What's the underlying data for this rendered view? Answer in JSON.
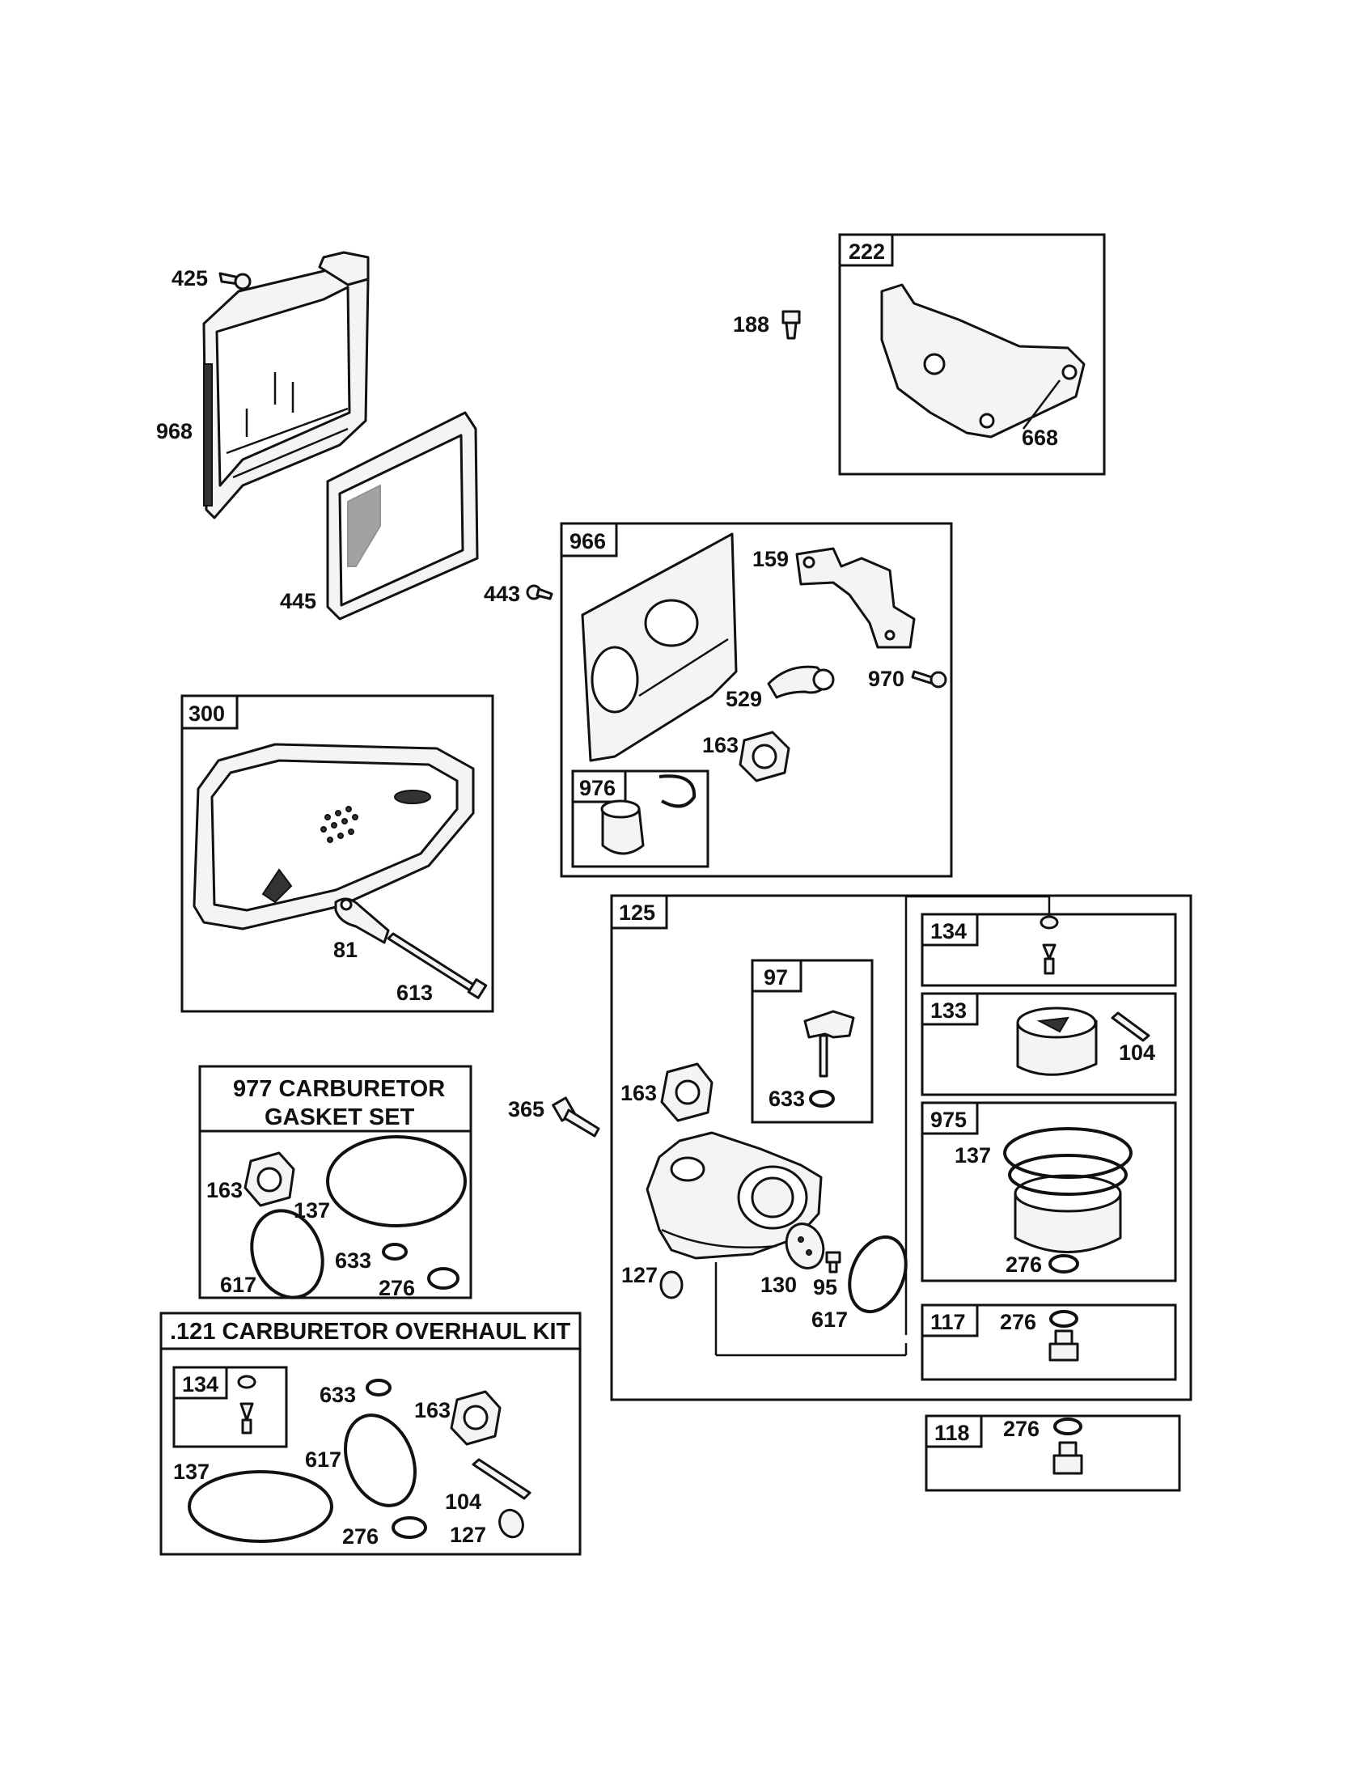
{
  "parts": {
    "p425": "425",
    "p968": "968",
    "p445": "445",
    "p188": "188",
    "p222": "222",
    "p668": "668",
    "p443": "443",
    "p966": "966",
    "p159": "159",
    "p970": "970",
    "p529": "529",
    "p163a": "163",
    "p976": "976",
    "p300": "300",
    "p81": "81",
    "p613": "613",
    "p125": "125",
    "p97": "97",
    "p633a": "633",
    "p365": "365",
    "p163b": "163",
    "p127a": "127",
    "p130": "130",
    "p95": "95",
    "p617a": "617",
    "p134a": "134",
    "p133": "133",
    "p104a": "104",
    "p975": "975",
    "p137a": "137",
    "p276a": "276",
    "p117": "117",
    "p276b": "276",
    "p118": "118",
    "p276c": "276",
    "p163c": "163",
    "p137b": "137",
    "p617b": "617",
    "p633b": "633",
    "p276d": "276",
    "p134b": "134",
    "p633c": "633",
    "p163d": "163",
    "p617c": "617",
    "p137c": "137",
    "p104b": "104",
    "p276e": "276",
    "p127b": "127"
  },
  "titles": {
    "gasket_line1": "977 CARBURETOR",
    "gasket_line2": "GASKET SET",
    "overhaul": ".121 CARBURETOR OVERHAUL KIT"
  }
}
